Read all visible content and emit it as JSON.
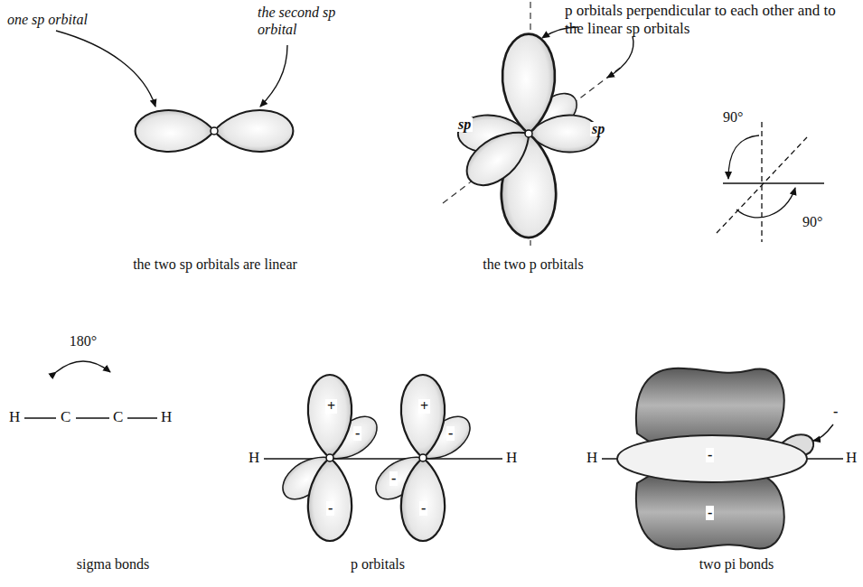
{
  "diagram": {
    "labels": [
      "one sp orbital",
      "the second sp orbital",
      "p orbitals perpendicular to each other and to the linear sp orbitals",
      "sp",
      "sp",
      "90°",
      "90°",
      "the two sp orbitals are linear",
      "the two p orbitals",
      "180°",
      "H",
      "C",
      "C",
      "H",
      "sigma bonds",
      "H",
      "H",
      "+",
      "-",
      "+",
      "-",
      "-",
      "-",
      "-",
      "p orbitals",
      "H",
      "H",
      "-",
      "-",
      "-",
      "two pi bonds"
    ]
  }
}
